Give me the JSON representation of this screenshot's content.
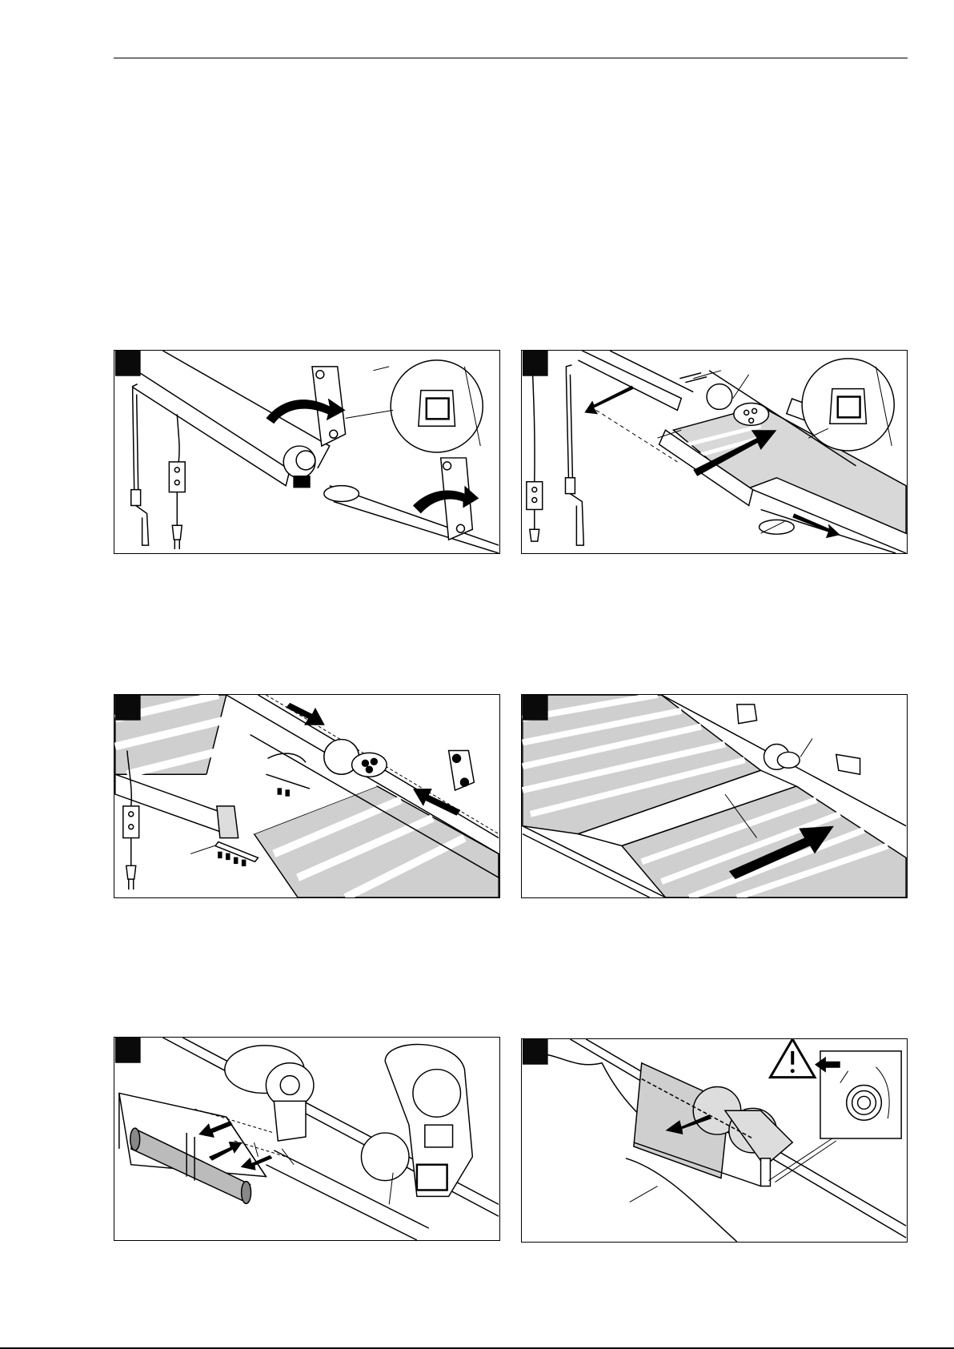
{
  "page": {
    "footer_rule": true
  },
  "figures": [
    {
      "id": "fig-1",
      "row": 1,
      "col": 1,
      "icons": [
        "crank-handle-icon",
        "control-switch-icon",
        "power-plug-icon",
        "rotate-arrow-icon",
        "magnified-bracket-icon"
      ]
    },
    {
      "id": "fig-2",
      "row": 1,
      "col": 2,
      "icons": [
        "control-switch-icon",
        "crank-handle-icon",
        "bolt-icon",
        "direction-arrow-icon",
        "magnified-bracket-icon"
      ]
    },
    {
      "id": "fig-3",
      "row": 2,
      "col": 1,
      "icons": [
        "control-switch-icon",
        "power-plug-icon",
        "direction-arrow-icon",
        "screws-icon"
      ]
    },
    {
      "id": "fig-4",
      "row": 2,
      "col": 2,
      "icons": [
        "striped-fabric-icon",
        "direction-arrow-icon",
        "motor-icon"
      ]
    },
    {
      "id": "fig-5",
      "row": 3,
      "col": 1,
      "icons": [
        "fabric-roll-icon",
        "direction-arrow-icon",
        "end-plate-icon"
      ]
    },
    {
      "id": "fig-6",
      "row": 3,
      "col": 2,
      "icons": [
        "warning-triangle-icon",
        "spring-coil-icon",
        "direction-arrow-icon"
      ]
    }
  ]
}
